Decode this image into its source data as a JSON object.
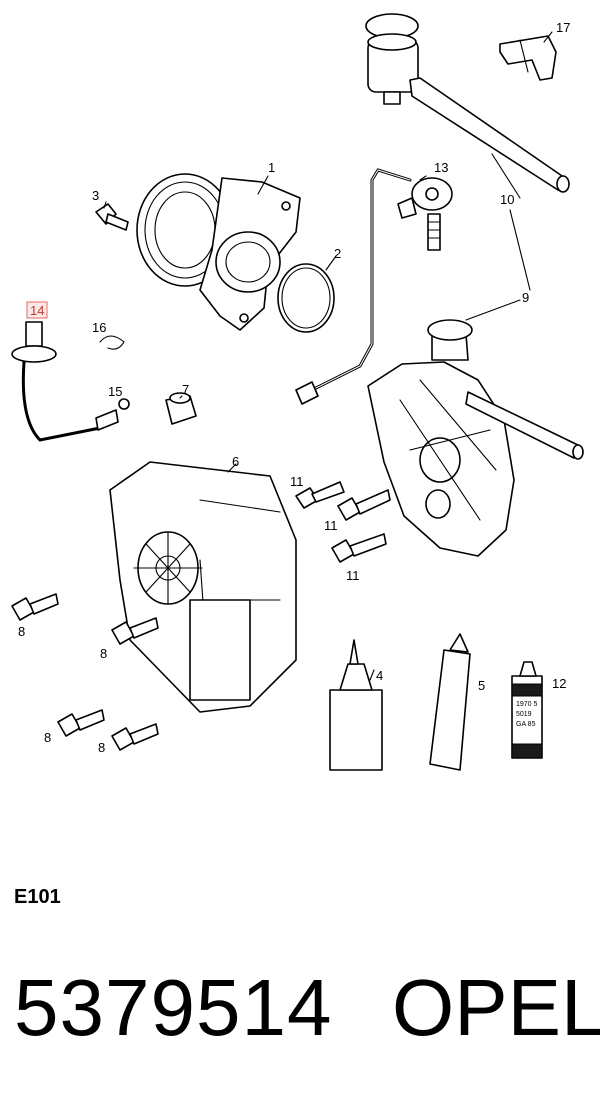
{
  "diagram": {
    "callouts": [
      {
        "id": "1",
        "text": "1"
      },
      {
        "id": "2",
        "text": "2"
      },
      {
        "id": "3",
        "text": "3"
      },
      {
        "id": "4",
        "text": "4"
      },
      {
        "id": "5",
        "text": "5"
      },
      {
        "id": "6",
        "text": "6"
      },
      {
        "id": "7",
        "text": "7"
      },
      {
        "id": "8a",
        "text": "8"
      },
      {
        "id": "8b",
        "text": "8"
      },
      {
        "id": "8c",
        "text": "8"
      },
      {
        "id": "8d",
        "text": "8"
      },
      {
        "id": "9",
        "text": "9"
      },
      {
        "id": "10",
        "text": "10"
      },
      {
        "id": "11a",
        "text": "11"
      },
      {
        "id": "11b",
        "text": "11"
      },
      {
        "id": "11c",
        "text": "11"
      },
      {
        "id": "12",
        "text": "12"
      },
      {
        "id": "13",
        "text": "13"
      },
      {
        "id": "14",
        "text": "14"
      },
      {
        "id": "15",
        "text": "15"
      },
      {
        "id": "16",
        "text": "16"
      },
      {
        "id": "17",
        "text": "17"
      }
    ],
    "highlighted_callout": "14",
    "tube_label_lines": [
      "1970 5",
      "5019",
      "GA 85"
    ]
  },
  "footer": {
    "figure_code": "E101",
    "part_number": "5379514",
    "brand": "OPEL"
  }
}
